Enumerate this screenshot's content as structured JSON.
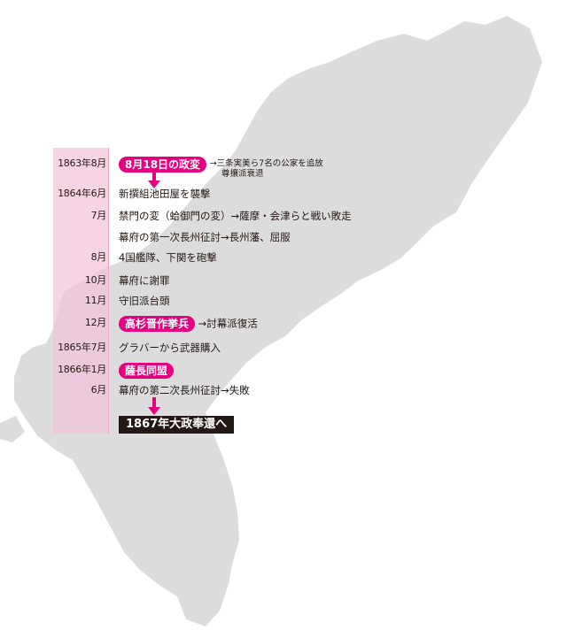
{
  "timeline": [
    {
      "date": "1863年8月",
      "event": "8月18日の政変",
      "highlight": true,
      "after": "→三条実美ら7名の公家を追放",
      "after2": "尊攘派衰退"
    },
    {
      "date": "1864年6月",
      "event": "新撰組池田屋を襲撃",
      "highlight": false,
      "after": ""
    },
    {
      "date": "7月",
      "event": "禁門の変（蛤御門の変）→薩摩・会津らと戦い敗走",
      "highlight": false,
      "after": ""
    },
    {
      "date": "",
      "event": "幕府の第一次長州征討→長州藩、屈服",
      "highlight": false,
      "after": ""
    },
    {
      "date": "8月",
      "event": "4国艦隊、下関を砲撃",
      "highlight": false,
      "after": ""
    },
    {
      "date": "10月",
      "event": "幕府に謝罪",
      "highlight": false,
      "after": ""
    },
    {
      "date": "11月",
      "event": "守旧派台頭",
      "highlight": false,
      "after": ""
    },
    {
      "date": "12月",
      "event": "高杉晋作挙兵",
      "highlight": true,
      "after": "→討幕派復活"
    },
    {
      "date": "1865年7月",
      "event": "グラバーから武器購入",
      "highlight": false,
      "after": ""
    },
    {
      "date": "1866年1月",
      "event": "薩長同盟",
      "highlight": true,
      "after": ""
    },
    {
      "date": "6月",
      "event": "幕府の第二次長州征討→失敗",
      "highlight": false,
      "after": ""
    }
  ],
  "final": "1867年大政奉還へ",
  "colors": {
    "accent": "#e4007f",
    "band": "#f4c4da",
    "map": "#dcdcdd",
    "final_bg": "#231815"
  },
  "icons": {
    "down_arrow": "down-arrow-icon"
  }
}
